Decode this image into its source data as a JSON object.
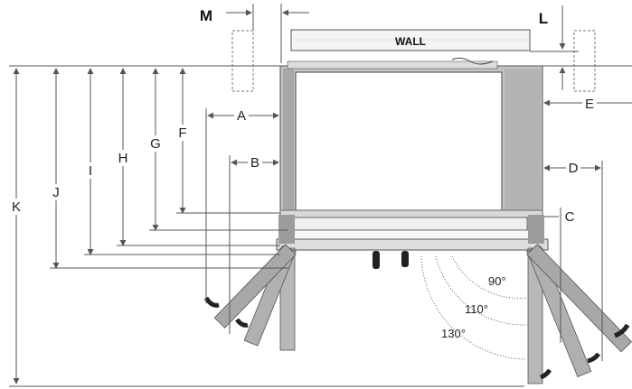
{
  "diagram": {
    "wall_label": "WALL",
    "dimension_labels": {
      "a": "A",
      "b": "B",
      "c": "C",
      "d": "D",
      "e": "E",
      "f": "F",
      "g": "G",
      "h": "H",
      "i": "I",
      "j": "J",
      "k": "K",
      "l": "L",
      "m": "M"
    },
    "angles": [
      "90°",
      "110°",
      "130°"
    ],
    "colors": {
      "line": "#555555",
      "panel": "#b8b8b8",
      "panel_dark": "#8c8c8c",
      "screen": "#ffffff",
      "tray": "#e6e6e6"
    }
  }
}
